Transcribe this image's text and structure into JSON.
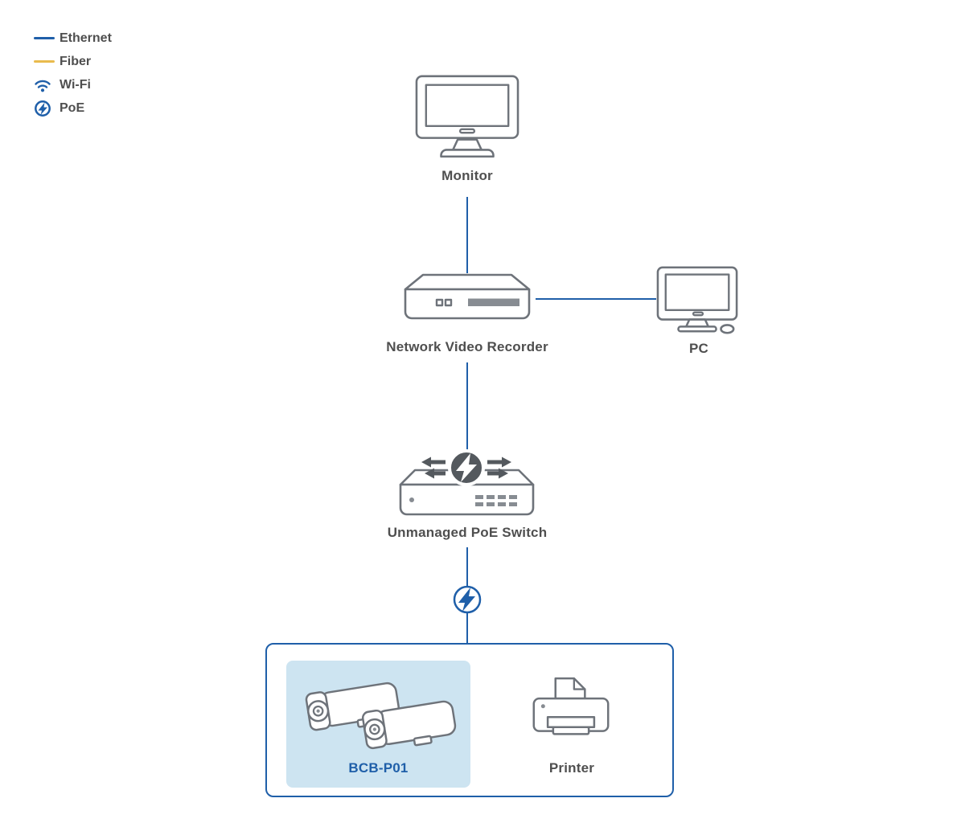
{
  "colors": {
    "ethernet": "#1f5fa9",
    "fiber": "#e9bb4d",
    "wifi": "#1f5fa9",
    "poe": "#1f5fa9",
    "device_outline": "#6e737a",
    "label_text": "#4f4f4f",
    "highlight_panel": "#cde4f1",
    "group_border": "#1f5fa9",
    "switch_bolt_badge": "#54595e"
  },
  "legend": {
    "items": [
      {
        "label": "Ethernet",
        "icon": "ethernet-line-swatch",
        "color": "#1f5fa9"
      },
      {
        "label": "Fiber",
        "icon": "fiber-line-swatch",
        "color": "#e9bb4d"
      },
      {
        "label": "Wi-Fi",
        "icon": "wifi-icon",
        "color": "#1f5fa9"
      },
      {
        "label": "PoE",
        "icon": "poe-icon",
        "color": "#1f5fa9"
      }
    ]
  },
  "nodes": {
    "monitor": {
      "label": "Monitor"
    },
    "nvr": {
      "label": "Network Video Recorder"
    },
    "pc": {
      "label": "PC"
    },
    "poe_switch": {
      "label": "Unmanaged PoE Switch"
    },
    "camera": {
      "label": "BCB-P01",
      "highlighted": true
    },
    "printer": {
      "label": "Printer"
    }
  },
  "connections": [
    {
      "from": "Monitor",
      "to": "Network Video Recorder",
      "type": "Ethernet"
    },
    {
      "from": "Network Video Recorder",
      "to": "PC",
      "type": "Ethernet"
    },
    {
      "from": "Network Video Recorder",
      "to": "Unmanaged PoE Switch",
      "type": "Ethernet"
    },
    {
      "from": "Unmanaged PoE Switch",
      "to": "BCB-P01 / Printer group",
      "type": "Ethernet with PoE"
    }
  ]
}
